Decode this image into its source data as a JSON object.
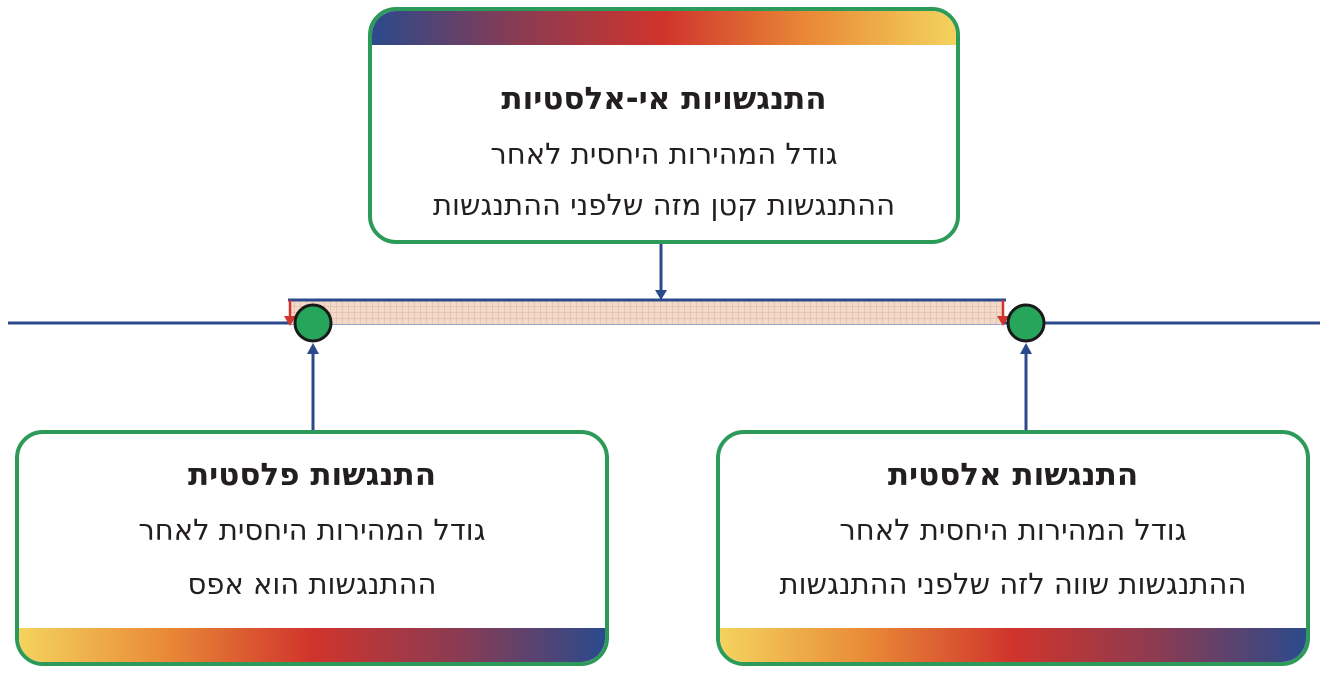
{
  "cards": {
    "inelastic": {
      "title": "התנגשויות אי-אלסטיות",
      "line1": "גודל המהירות היחסית לאחר",
      "line2": "ההתנגשות קטן מזה שלפני ההתנגשות"
    },
    "plastic": {
      "title": "התנגשות פלסטית",
      "line1": "גודל המהירות היחסית לאחר",
      "line2": "ההתנגשות הוא אפס"
    },
    "elastic": {
      "title": "התנגשות אלסטית",
      "line1": "גודל המהירות היחסית לאחר",
      "line2": "ההתנגשות שווה לזה שלפני ההתנגשות"
    }
  },
  "colors": {
    "axis": "#2b4a8c",
    "card_border": "#2e9a5a",
    "node_fill": "#27a55a",
    "range_fill": "#f3d9c8",
    "marker": "#d0342c"
  }
}
